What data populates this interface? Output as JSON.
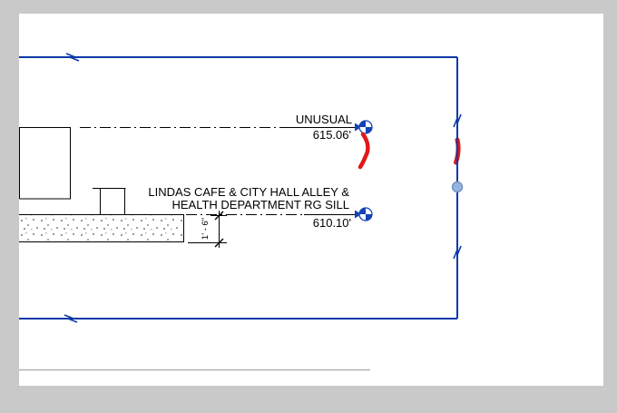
{
  "view": {
    "kind": "elevation-drawing-view",
    "frame_color": "#c9c9c9",
    "canvas_color": "#ffffff"
  },
  "colors": {
    "selection_blue": "#0d38a8",
    "marker_blue": "#1443b8",
    "markup_red": "#e01818",
    "drag_dot_fill": "#92b4e0",
    "drag_dot_border": "#7693bd",
    "drawing_black": "#000000",
    "hatch_dot_gray": "#9a9a9a",
    "divider_gray": "#b2b2b2"
  },
  "levels": [
    {
      "name": "UNUSUAL",
      "elevation": "615.06'"
    },
    {
      "name_line1": "LINDAS CAFE & CITY HALL ALLEY &",
      "name_line2": "HEALTH DEPARTMENT RG SILL",
      "elevation": "610.10'"
    }
  ],
  "dimension": {
    "value": "1' - 6\""
  }
}
